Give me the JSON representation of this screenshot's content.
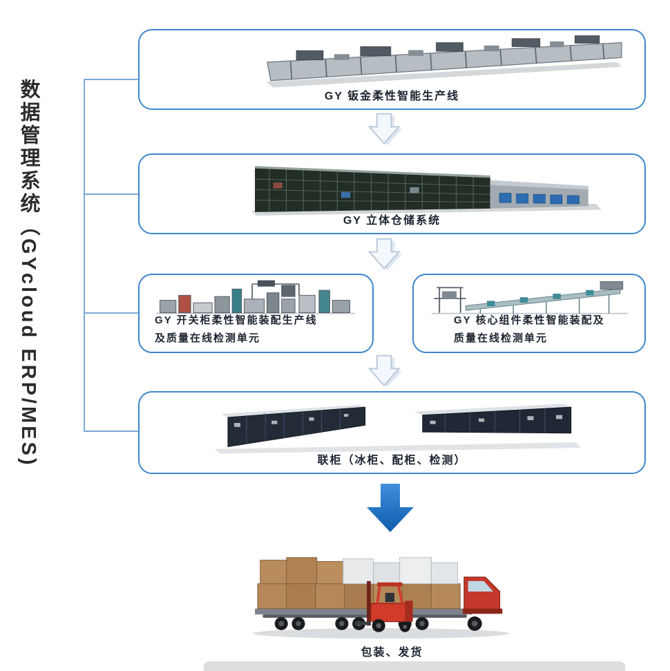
{
  "sidebar": {
    "label": "数据管理系统（GYcloud ERP/MES)"
  },
  "boxes": {
    "box1": {
      "label": "GY 钣金柔性智能生产线",
      "image": "sheet-metal-line-photo"
    },
    "box2": {
      "label": "GY 立体仓储系统",
      "image": "warehouse-photo"
    },
    "box3a": {
      "line1": "GY 开关柜柔性智能装配生产线",
      "line2": "及质量在线检测单元",
      "image": "switch-cabinet-assembly-photo"
    },
    "box3b": {
      "line1": "GY 核心组件柔性智能装配及",
      "line2": "质量在线检测单元",
      "image": "core-component-assembly-photo"
    },
    "box4": {
      "label": "联柜（冰柜、配柜、检测）",
      "image": "combined-cabinets-photo"
    }
  },
  "shipping": {
    "label": "包装、发货",
    "image": "truck-loading-photo"
  },
  "icons": {
    "flow_arrow": "hollow-down-arrow",
    "final_arrow": "solid-down-arrow"
  },
  "colors": {
    "box_border": "#3e86cc",
    "connector_line": "#7aa9d8",
    "label_text": "#1b2430",
    "solid_arrow": "#1a6cc4",
    "hollow_arrow_fill": "#f4f8fc",
    "hollow_arrow_stroke": "#b7c7da"
  }
}
